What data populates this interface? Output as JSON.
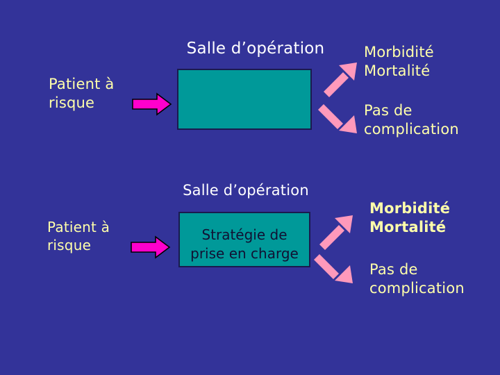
{
  "slide": {
    "background_color": "#333399",
    "accent_teal": "#009999",
    "accent_magenta": "#FF00CC",
    "accent_pink": "#FF99BB",
    "text_cream": "#FFFFAA",
    "text_white": "#FFFFFF",
    "text_dark": "#1A1A4E"
  },
  "top_row": {
    "title": "Salle d’opération",
    "input_label": "Patient à\nrisque",
    "box_text": "",
    "outcome_upper": "Morbidité\nMortalité",
    "outcome_lower": "Pas de\ncomplication",
    "arrow_in": "magenta-right-arrow",
    "arrow_up": "pink-diagonal-up-arrow",
    "arrow_down": "pink-diagonal-down-arrow"
  },
  "bottom_row": {
    "title": "Salle d’opération",
    "input_label": "Patient à\nrisque",
    "box_text": "Stratégie de\nprise en charge",
    "outcome_upper": "Morbidité\nMortalité",
    "outcome_lower": "Pas de\ncomplication",
    "arrow_in": "magenta-right-arrow",
    "arrow_up": "pink-diagonal-up-arrow",
    "arrow_down": "pink-diagonal-down-arrow"
  }
}
